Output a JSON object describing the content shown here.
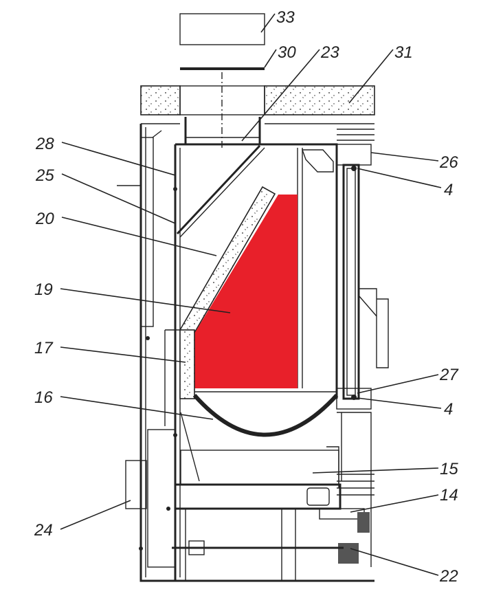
{
  "diagram": {
    "title": "Stove cross-section",
    "fire_color": "#e8202a",
    "callouts": [
      {
        "id": "c33",
        "text": "33"
      },
      {
        "id": "c30",
        "text": "30"
      },
      {
        "id": "c23",
        "text": "23"
      },
      {
        "id": "c31",
        "text": "31"
      },
      {
        "id": "c28",
        "text": "28"
      },
      {
        "id": "c26",
        "text": "26"
      },
      {
        "id": "c25",
        "text": "25"
      },
      {
        "id": "c4a",
        "text": "4"
      },
      {
        "id": "c20",
        "text": "20"
      },
      {
        "id": "c19",
        "text": "19"
      },
      {
        "id": "c17",
        "text": "17"
      },
      {
        "id": "c27",
        "text": "27"
      },
      {
        "id": "c16",
        "text": "16"
      },
      {
        "id": "c4b",
        "text": "4"
      },
      {
        "id": "c15",
        "text": "15"
      },
      {
        "id": "c14",
        "text": "14"
      },
      {
        "id": "c24",
        "text": "24"
      },
      {
        "id": "c22",
        "text": "22"
      }
    ]
  }
}
